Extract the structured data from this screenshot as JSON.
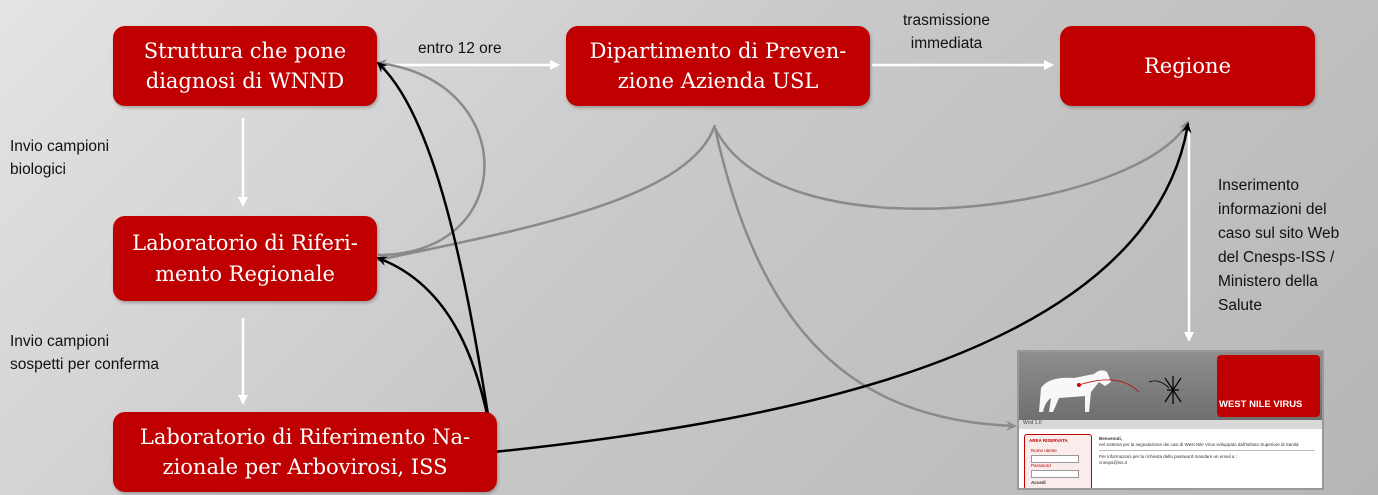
{
  "nodes": {
    "struttura": "Struttura che pone\ndiagnosi di WNND",
    "dipartimento": "Dipartimento di Preven-\nzione Azienda USL",
    "regione": "Regione",
    "lab_regionale": "Laboratorio di Riferi-\nmento Regionale",
    "lab_nazionale": "Laboratorio di Riferimento Na-\nzionale per Arbovirosi, ISS"
  },
  "labels": {
    "entro": "entro 12 ore",
    "trasmissione": "trasmissione\nimmediata",
    "invio_bio": "Invio campioni\nbiologici",
    "invio_sosp": "Invio campioni\nsospetti per conferma",
    "inserimento": "Inserimento\ninformazioni del\ncaso sul sito Web\ndel Cnesps-ISS /\nMinistero della\nSalute"
  },
  "website": {
    "banner_title": "WEST NILE VIRUS",
    "nav_text": "Wnd 1.0",
    "login_title": "AREA RISERVATA",
    "user_label": "Nome utente",
    "password_label": "Password",
    "login_button": "Accedi",
    "welcome": "Benvenuti,",
    "intro": "nel sistema per la segnalazione dei casi di West Nile Virus sviluppato dall'Istituto Superiore di Sanità",
    "info": "Per informazioni per la richiesta della password mandare un email a :",
    "email": "cnesps@iss.it"
  },
  "colors": {
    "box": "#c00000",
    "gray_arrow": "#8a8a8a",
    "black_arrow": "#000000",
    "white_arrow": "#ffffff"
  }
}
